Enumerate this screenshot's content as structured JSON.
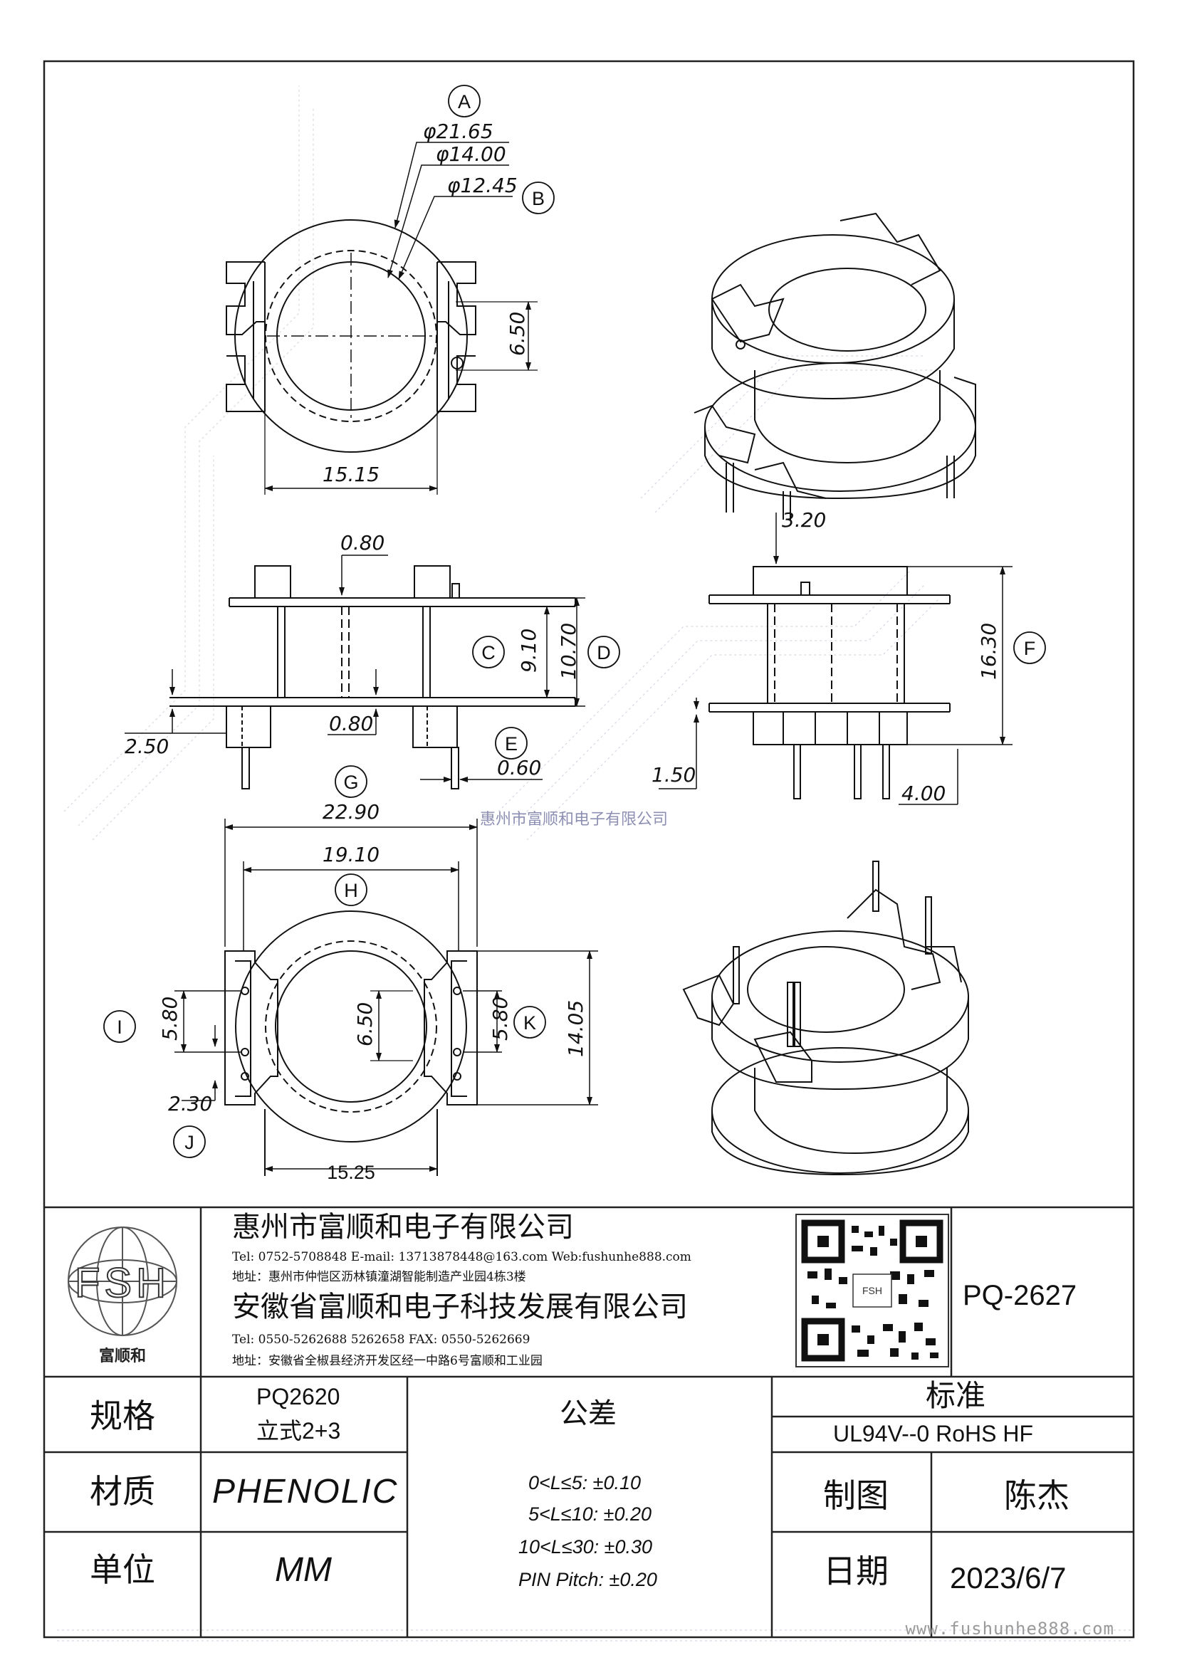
{
  "part_number": "PQ-2627",
  "watermark": "惠州市富顺和电子有限公司",
  "site_watermark": "www.fushunhe888.com",
  "logo": {
    "letters": "FSH",
    "caption": "富顺和"
  },
  "company1": {
    "name": "惠州市富顺和电子有限公司",
    "contact": "Tel: 0752-5708848  E-mail: 13713878448@163.com  Web:fushunhe888.com",
    "address": "地址：惠州市仲恺区沥林镇潼湖智能制造产业园4栋3楼"
  },
  "company2": {
    "name": "安徽省富顺和电子科技发展有限公司",
    "contact": "Tel:  0550-5262688  5262658      FAX: 0550-5262669",
    "address": "地址：安徽省全椒县经济开发区经一中路6号富顺和工业园"
  },
  "title_block": {
    "spec_label": "规格",
    "spec_value_1": "PQ2620",
    "spec_value_2": "立式2+3",
    "material_label": "材质",
    "material_value": "PHENOLIC",
    "unit_label": "单位",
    "unit_value": "MM",
    "tolerance_label": "公差",
    "tolerances": [
      "0<L≤5: ±0.10",
      "5<L≤10: ±0.20",
      "10<L≤30: ±0.30",
      "PIN Pitch: ±0.20"
    ],
    "standard_label": "标准",
    "standard_value": "UL94V--0  RoHS HF",
    "drawn_label": "制图",
    "drawn_value": "陈杰",
    "date_label": "日期",
    "date_value": "2023/6/7"
  },
  "callouts": {
    "A": "A",
    "B": "B",
    "C": "C",
    "D": "D",
    "E": "E",
    "F": "F",
    "G": "G",
    "H": "H",
    "I": "I",
    "J": "J",
    "K": "K"
  },
  "dimensions": {
    "top_d1": "φ21.65",
    "top_d2": "φ14.00",
    "top_d3": "φ12.45",
    "top_h": "6.50",
    "top_w": "15.15",
    "side_top_flange": "0.80",
    "side_bottom_flange": "0.80",
    "side_c": "9.10",
    "side_d": "10.70",
    "side_pin_len": "2.50",
    "side_pin_dia": "0.60",
    "right_top": "3.20",
    "right_f": "16.30",
    "right_step": "1.50",
    "right_pin": "4.00",
    "bot_g": "22.90",
    "bot_h": "19.10",
    "bot_i": "5.80",
    "bot_center": "6.50",
    "bot_k": "5.80",
    "bot_height": "14.05",
    "bot_j": "2.30",
    "bot_w": "15.25"
  }
}
